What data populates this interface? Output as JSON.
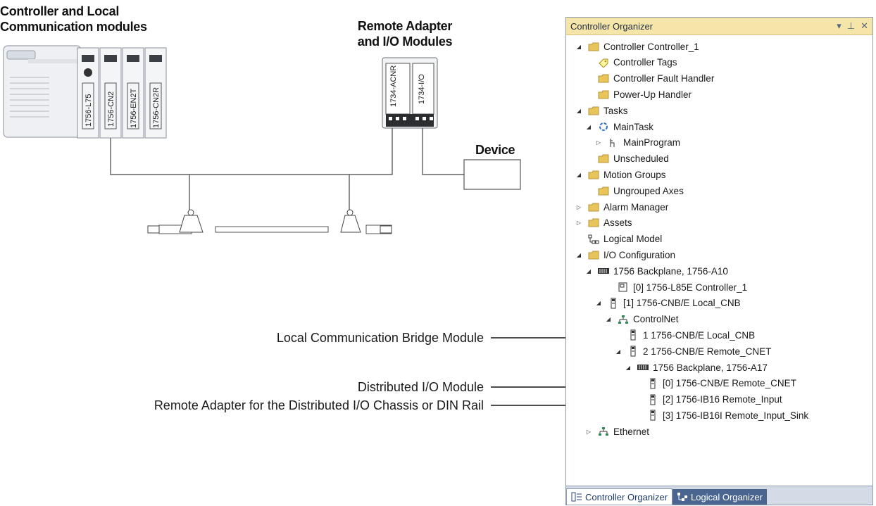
{
  "diagram": {
    "controller_heading": [
      "Controller and Local",
      "Communication modules"
    ],
    "remote_heading": [
      "Remote Adapter",
      "and I/O Modules"
    ],
    "device_label": "Device",
    "chassis_modules": [
      "1756-L75",
      "1756-CN2",
      "1756-EN2T",
      "1756-CN2R"
    ],
    "remote_modules": [
      "1734-ACNR",
      "1734-I/O"
    ],
    "callouts": [
      "Local Communication Bridge Module",
      "Distributed I/O Module",
      "Remote Adapter for the Distributed I/O Chassis or DIN Rail"
    ]
  },
  "organizer": {
    "title": "Controller Organizer",
    "title_buttons": [
      "▾",
      "⊥",
      "✕"
    ],
    "tree": [
      {
        "label": "Controller Controller_1",
        "toggle": "expanded",
        "icon": "folder-icon"
      },
      {
        "label": "Controller Tags",
        "toggle": "none",
        "icon": "tag-icon"
      },
      {
        "label": "Controller Fault Handler",
        "toggle": "none",
        "icon": "folder-icon"
      },
      {
        "label": "Power-Up Handler",
        "toggle": "none",
        "icon": "folder-icon"
      },
      {
        "label": "Tasks",
        "toggle": "expanded",
        "icon": "folder-icon"
      },
      {
        "label": "MainTask",
        "toggle": "expanded",
        "icon": "task-icon"
      },
      {
        "label": "MainProgram",
        "toggle": "collapsed",
        "icon": "program-icon"
      },
      {
        "label": "Unscheduled",
        "toggle": "none",
        "icon": "folder-icon"
      },
      {
        "label": "Motion Groups",
        "toggle": "expanded",
        "icon": "folder-icon"
      },
      {
        "label": "Ungrouped Axes",
        "toggle": "none",
        "icon": "folder-icon"
      },
      {
        "label": "Alarm Manager",
        "toggle": "collapsed",
        "icon": "folder-icon"
      },
      {
        "label": "Assets",
        "toggle": "collapsed",
        "icon": "folder-icon"
      },
      {
        "label": "Logical Model",
        "toggle": "none",
        "icon": "logical-model-icon"
      },
      {
        "label": "I/O Configuration",
        "toggle": "expanded",
        "icon": "folder-icon"
      },
      {
        "label": "1756 Backplane, 1756-A10",
        "toggle": "expanded",
        "icon": "backplane-icon"
      },
      {
        "label": "[0] 1756-L85E Controller_1",
        "toggle": "none",
        "icon": "controller-icon"
      },
      {
        "label": "[1] 1756-CNB/E Local_CNB",
        "toggle": "expanded",
        "icon": "module-icon"
      },
      {
        "label": "ControlNet",
        "toggle": "expanded",
        "icon": "network-icon"
      },
      {
        "label": "1 1756-CNB/E Local_CNB",
        "toggle": "none",
        "icon": "module-icon"
      },
      {
        "label": "2 1756-CNB/E Remote_CNET",
        "toggle": "expanded",
        "icon": "module-icon"
      },
      {
        "label": "1756 Backplane, 1756-A17",
        "toggle": "expanded",
        "icon": "backplane-icon"
      },
      {
        "label": "[0] 1756-CNB/E Remote_CNET",
        "toggle": "none",
        "icon": "module-icon"
      },
      {
        "label": "[2] 1756-IB16 Remote_Input",
        "toggle": "none",
        "icon": "module-icon"
      },
      {
        "label": "[3] 1756-IB16I Remote_Input_Sink",
        "toggle": "none",
        "icon": "module-icon"
      },
      {
        "label": "Ethernet",
        "toggle": "collapsed",
        "icon": "network-icon"
      }
    ],
    "tabs": [
      "Controller Organizer",
      "Logical Organizer"
    ]
  },
  "colors": {
    "title_bar": "#f5e5a8",
    "folder": "#e8c55a",
    "module": "#333333",
    "tab_active": "#ffffff",
    "tab_inactive": "#4a6690"
  }
}
